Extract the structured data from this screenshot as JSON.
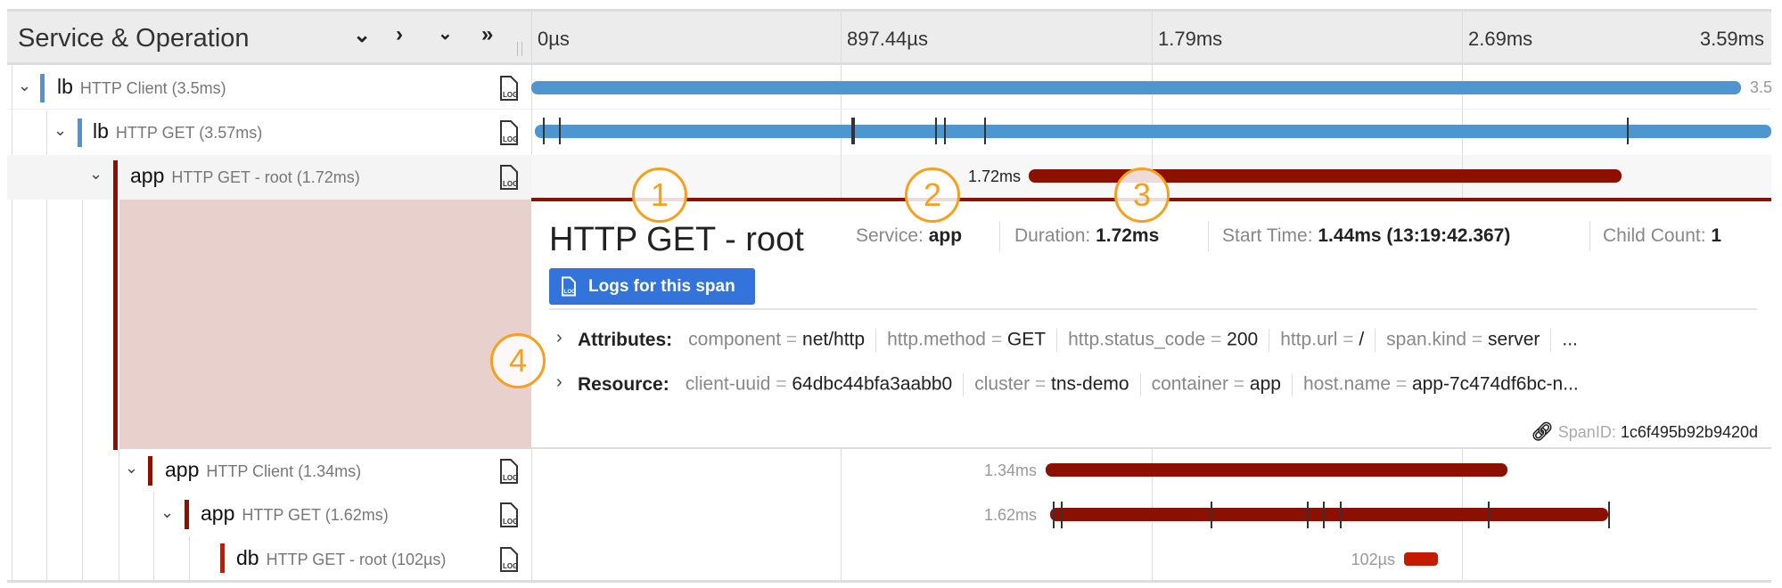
{
  "header": {
    "title": "Service & Operation",
    "controls": [
      "collapse-one",
      "expand-one",
      "collapse-all",
      "expand-all"
    ],
    "ticks": [
      "0µs",
      "897.44µs",
      "1.79ms",
      "2.69ms",
      "3.59ms"
    ]
  },
  "rows": [
    {
      "service": "lb",
      "operation": "HTTP Client (3.5ms)",
      "duration": "3.5",
      "color": "#4f96d0"
    },
    {
      "service": "lb",
      "operation": "HTTP GET (3.57ms)",
      "duration": "",
      "color": "#4f96d0"
    },
    {
      "service": "app",
      "operation": "HTTP GET - root (1.72ms)",
      "duration": "1.72ms",
      "color": "#8b1000"
    },
    {
      "service": "app",
      "operation": "HTTP Client (1.34ms)",
      "duration": "1.34ms",
      "color": "#8b1000"
    },
    {
      "service": "app",
      "operation": "HTTP GET (1.62ms)",
      "duration": "1.62ms",
      "color": "#8b1000"
    },
    {
      "service": "db",
      "operation": "HTTP GET - root (102µs)",
      "duration": "102µs",
      "color": "#c41a00"
    }
  ],
  "detail": {
    "title": "HTTP GET - root",
    "service_label": "Service:",
    "service": "app",
    "duration_label": "Duration:",
    "duration": "1.72ms",
    "start_label": "Start Time:",
    "start": "1.44ms (13:19:42.367)",
    "child_label": "Child Count:",
    "child": "1",
    "logs_button": "Logs for this span",
    "attributes_label": "Attributes:",
    "attributes": [
      {
        "k": "component",
        "v": "net/http"
      },
      {
        "k": "http.method",
        "v": "GET"
      },
      {
        "k": "http.status_code",
        "v": "200"
      },
      {
        "k": "http.url",
        "v": "/"
      },
      {
        "k": "span.kind",
        "v": "server"
      }
    ],
    "attributes_more": "...",
    "resource_label": "Resource:",
    "resource": [
      {
        "k": "client-uuid",
        "v": "64dbc44bfa3aabb0"
      },
      {
        "k": "cluster",
        "v": "tns-demo"
      },
      {
        "k": "container",
        "v": "app"
      },
      {
        "k": "host.name",
        "v": "app-7c474df6bc-n..."
      }
    ],
    "spanid_label": "SpanID:",
    "spanid": "1c6f495b92b9420d"
  },
  "annotations": [
    "1",
    "2",
    "3",
    "4"
  ],
  "colors": {
    "lb": "#4f96d0",
    "app": "#8b1000",
    "db": "#c41a00",
    "button": "#3274d9",
    "annotation": "#f5a01e"
  }
}
